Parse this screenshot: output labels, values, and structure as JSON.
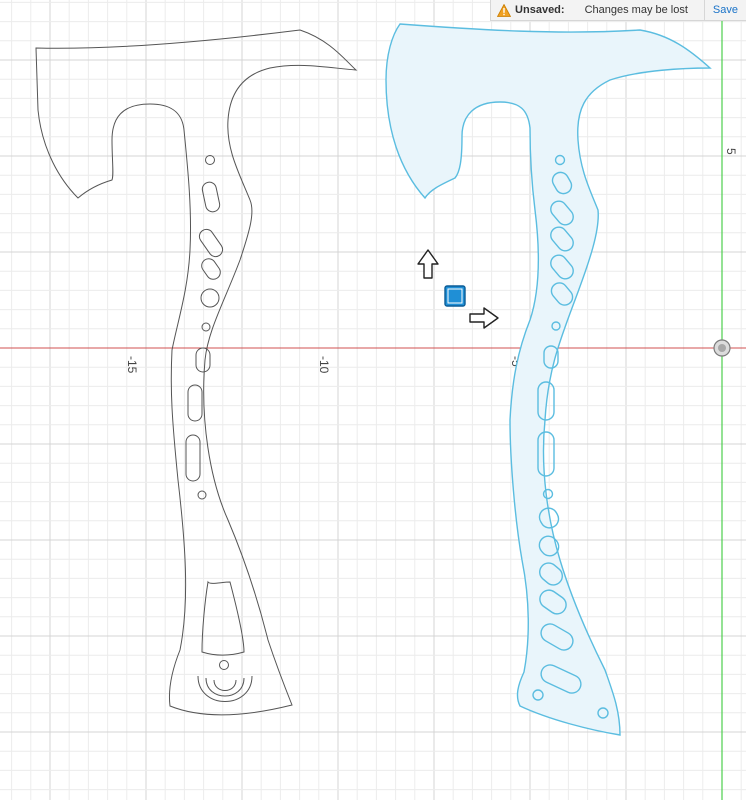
{
  "notification": {
    "status_label": "Unsaved:",
    "message": "Changes may be lost",
    "save_label": "Save"
  },
  "axis_labels": {
    "x_minus_15": "-15",
    "x_minus_10": "-10",
    "x_minus_5": "-5",
    "y_5": "5"
  },
  "colors": {
    "grid_minor": "#ececec",
    "grid_major": "#d4d4d4",
    "x_axis": "#d05050",
    "y_axis": "#4ccf4c",
    "selected_profile_stroke": "#5bbde0",
    "selected_profile_fill": "#e9f5fb",
    "sketch_stroke": "#555555",
    "manipulator_square": "#1f8fd6"
  },
  "icons": {
    "warning": "warning-triangle-icon",
    "move_up": "arrow-up-icon",
    "move_right": "arrow-right-icon",
    "origin": "origin-point-icon"
  }
}
